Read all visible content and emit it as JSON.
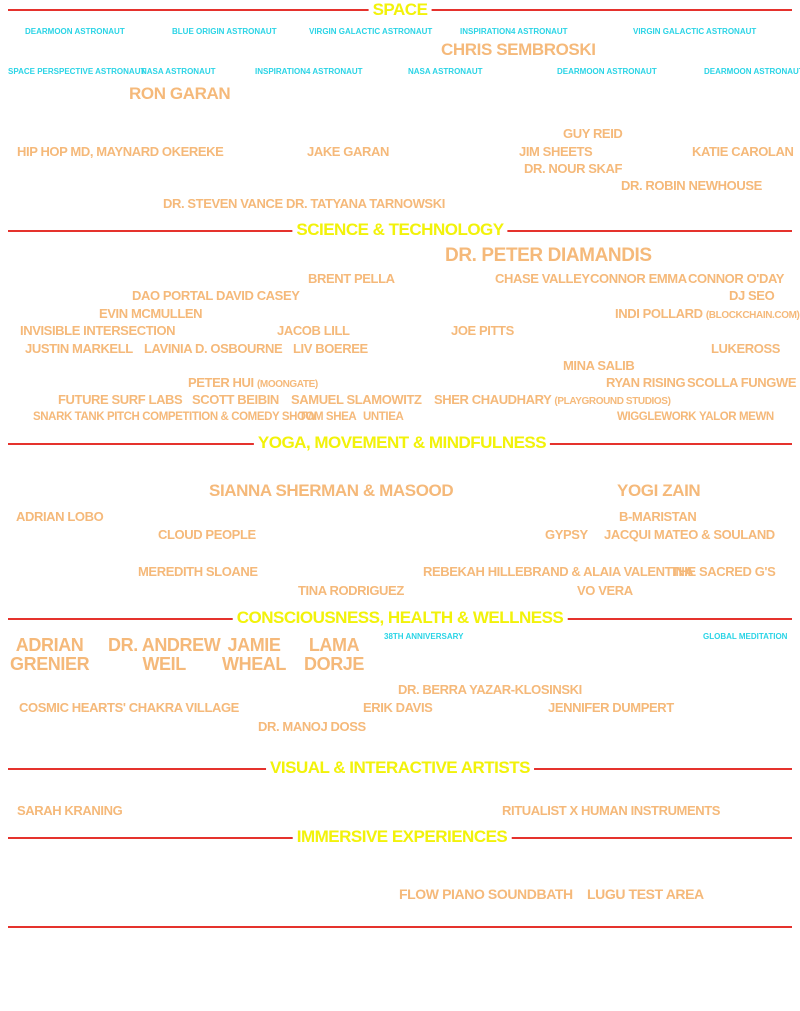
{
  "colors": {
    "section": "#f2f20a",
    "rule": "#e5322d",
    "name": "#f5b97a",
    "tag": "#2ad4e6"
  },
  "space": {
    "title": "SPACE",
    "tags": [
      "DEARMOON ASTRONAUT",
      "BLUE ORIGIN ASTRONAUT",
      "VIRGIN GALACTIC ASTRONAUT",
      "INSPIRATION4 ASTRONAUT",
      "VIRGIN GALACTIC ASTRONAUT",
      "SPACE PERSPECTIVE ASTRONAUT",
      "NASA ASTRONAUT",
      "INSPIRATION4 ASTRONAUT",
      "NASA ASTRONAUT",
      "DEARMOON ASTRONAUT",
      "DEARMOON ASTRONAUT"
    ],
    "names": [
      "CHRIS SEMBROSKI",
      "RON GARAN",
      "GUY REID",
      "HIP HOP MD, MAYNARD OKEREKE",
      "JAKE GARAN",
      "JIM SHEETS",
      "KATIE CAROLAN",
      "DR. NOUR SKAF",
      "DR. ROBIN NEWHOUSE",
      "DR. STEVEN VANCE",
      "DR. TATYANA TARNOWSKI"
    ]
  },
  "science": {
    "title": "SCIENCE & TECHNOLOGY",
    "names": [
      "DR. PETER DIAMANDIS",
      "BRENT PELLA",
      "CHASE VALLEY",
      "CONNOR EMMA",
      "CONNOR O'DAY",
      "DAO PORTAL",
      "DAVID CASEY",
      "DJ SEO",
      "EVIN MCMULLEN",
      "INDI POLLARD",
      "(BLOCKCHAIN.COM)",
      "INVISIBLE INTERSECTION",
      "JACOB LILL",
      "JOE PITTS",
      "JUSTIN MARKELL",
      "LAVINIA D. OSBOURNE",
      "LIV BOEREE",
      "LUKEROSS",
      "MINA SALIB",
      "PETER HUI",
      "(MOONGATE)",
      "RYAN RISING",
      "SCOLLA FUNGWE",
      "FUTURE SURF LABS",
      "SCOTT BEIBIN",
      "SAMUEL SLAMOWITZ",
      "SHER CHAUDHARY",
      "(PLAYGROUND STUDIOS)",
      "SNARK TANK PITCH COMPETITION & COMEDY SHOW",
      "TOM SHEA",
      "UNTIEA",
      "WIGGLEWORK",
      "YALOR MEWN"
    ]
  },
  "yoga": {
    "title": "YOGA, MOVEMENT & MINDFULNESS",
    "names": [
      "SIANNA SHERMAN & MASOOD",
      "YOGI ZAIN",
      "ADRIAN LOBO",
      "B-MARISTAN",
      "CLOUD PEOPLE",
      "GYPSY",
      "JACQUI MATEO & SOULAND",
      "MEREDITH SLOANE",
      "REBEKAH HILLEBRAND & ALAIA VALENTINA",
      "THE SACRED G'S",
      "TINA RODRIGUEZ",
      "VO VERA"
    ]
  },
  "consciousness": {
    "title": "CONSCIOUSNESS, HEALTH & WELLNESS",
    "big": [
      {
        "l1": "ADRIAN",
        "l2": "GRENIER"
      },
      {
        "l1": "DR. ANDREW",
        "l2": "WEIL"
      },
      {
        "l1": "JAMIE",
        "l2": "WHEAL"
      },
      {
        "l1": "LAMA",
        "l2": "DORJE"
      }
    ],
    "tags": [
      "38TH ANNIVERSARY",
      "GLOBAL MEDITATION"
    ],
    "names": [
      "DR. BERRA YAZAR-KLOSINSKI",
      "COSMIC HEARTS' CHAKRA VILLAGE",
      "ERIK DAVIS",
      "JENNIFER DUMPERT",
      "DR. MANOJ DOSS"
    ]
  },
  "visual": {
    "title": "VISUAL & INTERACTIVE ARTISTS",
    "names": [
      "SARAH KRANING",
      "RITUALIST X HUMAN INSTRUMENTS"
    ]
  },
  "immersive": {
    "title": "IMMERSIVE EXPERIENCES",
    "names": [
      "FLOW PIANO SOUNDBATH",
      "LUGU TEST AREA"
    ]
  }
}
